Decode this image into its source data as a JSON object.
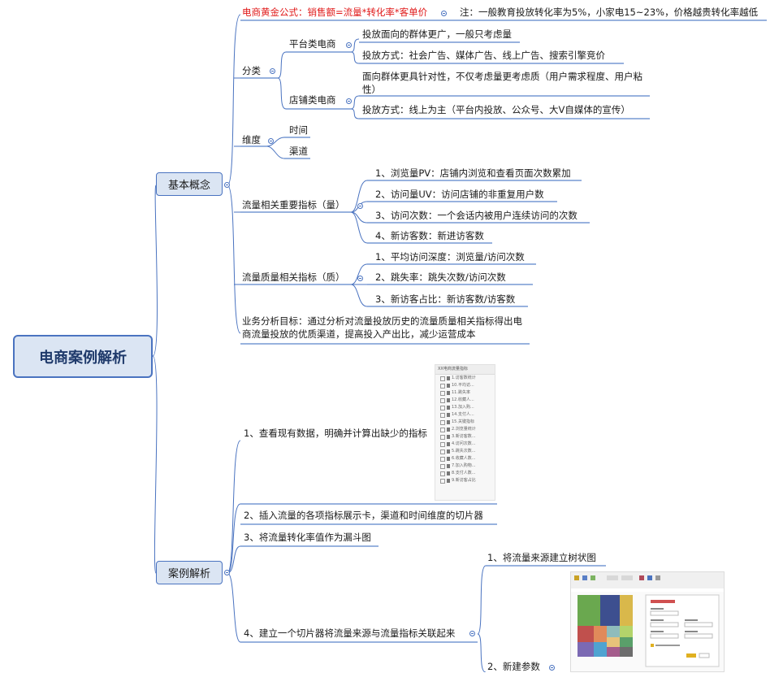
{
  "root": {
    "label": "电商案例解析"
  },
  "branches": {
    "basic": {
      "label": "基本概念"
    },
    "case": {
      "label": "案例解析"
    }
  },
  "basic": {
    "formula": "电商黄金公式：销售额=流量*转化率*客单价",
    "note": "注：一般教育投放转化率为5%，小家电15~23%，价格越贵转化率越低",
    "classify": {
      "label": "分类",
      "platform": {
        "label": "平台类电商",
        "items": [
          "投放面向的群体更广，一般只考虑量",
          "投放方式：社会广告、媒体广告、线上广告、搜索引擎竞价"
        ]
      },
      "store": {
        "label": "店铺类电商",
        "items": [
          "面向群体更具针对性，不仅考虑量更考虑质（用户需求程度、用户粘性）",
          "投放方式：线上为主（平台内投放、公众号、大V自媒体的宣传）"
        ]
      }
    },
    "dimension": {
      "label": "维度",
      "items": [
        "时间",
        "渠道"
      ]
    },
    "quantity": {
      "label": "流量相关重要指标（量）",
      "items": [
        "1、浏览量PV：店铺内浏览和查看页面次数累加",
        "2、访问量UV：访问店铺的非重复用户数",
        "3、访问次数：一个会话内被用户连续访问的次数",
        "4、新访客数：新进访客数"
      ]
    },
    "quality": {
      "label": "流量质量相关指标（质）",
      "items": [
        "1、平均访问深度：浏览量/访问次数",
        "2、跳失率：跳失次数/访问次数",
        "3、新访客占比：新访客数/访客数"
      ]
    },
    "goal": "业务分析目标：通过分析对流量投放历史的流量质量相关指标得出电商流量投放的优质渠道，提高投入产出比，减少运营成本"
  },
  "case": {
    "step1": "1、查看现有数据，明确并计算出缺少的指标",
    "step2": "2、插入流量的各项指标展示卡，渠道和时间维度的切片器",
    "step3": "3、将流量转化率值作为漏斗图",
    "step4": {
      "label": "4、建立一个切片器将流量来源与流量指标关联起来",
      "items": [
        "1、将流量来源建立树状图",
        "2、新建参数"
      ]
    }
  },
  "thumbnail_list": {
    "title": "XX电商流量指标",
    "rows": [
      "1.访客数统计",
      "10.平均访...",
      "11.跳失率",
      "12.收藏人...",
      "13.加入购...",
      "14.支付人...",
      "15.关键指标",
      "2.浏览量统计",
      "3.新访客数...",
      "4.访问次数...",
      "5.跳失次数...",
      "6.收藏人数...",
      "7.加入购物...",
      "8.支付人数...",
      "9.新访客占比"
    ]
  },
  "colors": {
    "line": "#4a73c0",
    "underline": "#5b83c9",
    "accent_red": "#e01818",
    "node_fill": "#dbe5f3"
  }
}
